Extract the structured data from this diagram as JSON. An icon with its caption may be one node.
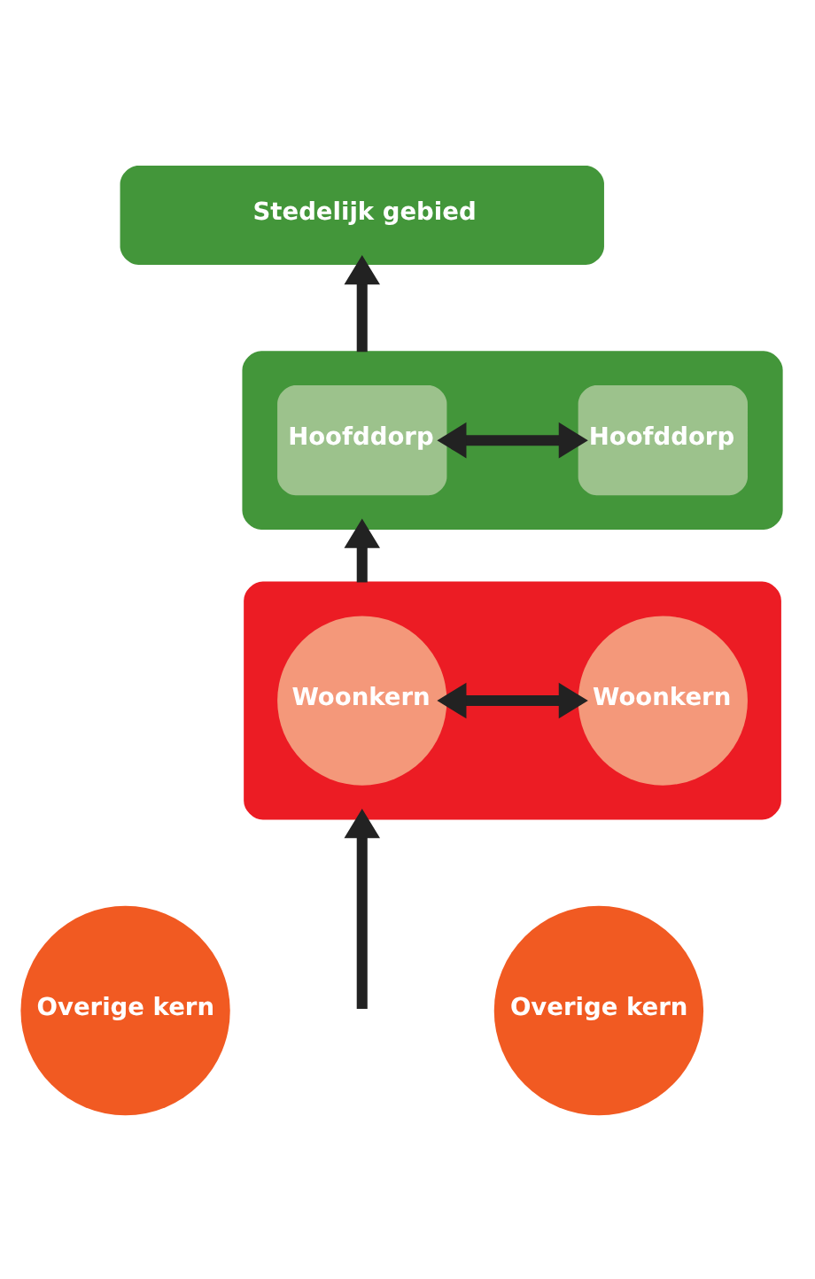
{
  "diagram": {
    "nodes": [
      {
        "text": [
          "Stedelijk gebied"
        ]
      },
      {
        "text": [],
        "shape": "box"
      },
      {
        "text": [
          "Hoofddorp"
        ],
        "in": 1
      },
      {
        "text": [
          "Hoofddorp"
        ],
        "in": 1
      },
      {
        "text": [],
        "shape": "box"
      },
      {
        "text": [
          "Woonkern"
        ],
        "in": 4
      },
      {
        "text": [
          "Woonkern"
        ],
        "in": 4
      },
      {
        "text": [
          "Overige kern"
        ]
      },
      {
        "text": [
          "Overige kern"
        ]
      }
    ],
    "edges": [
      {
        "from": 1,
        "to": 0,
        "arrow": "to"
      },
      {
        "from": 2,
        "to": 3,
        "arrow": "both"
      },
      {
        "from": 4,
        "to": 1,
        "arrow": "to"
      },
      {
        "from": 5,
        "to": 6,
        "arrow": "both"
      },
      {
        "from": null,
        "to": 4,
        "arrow": "to"
      }
    ]
  }
}
